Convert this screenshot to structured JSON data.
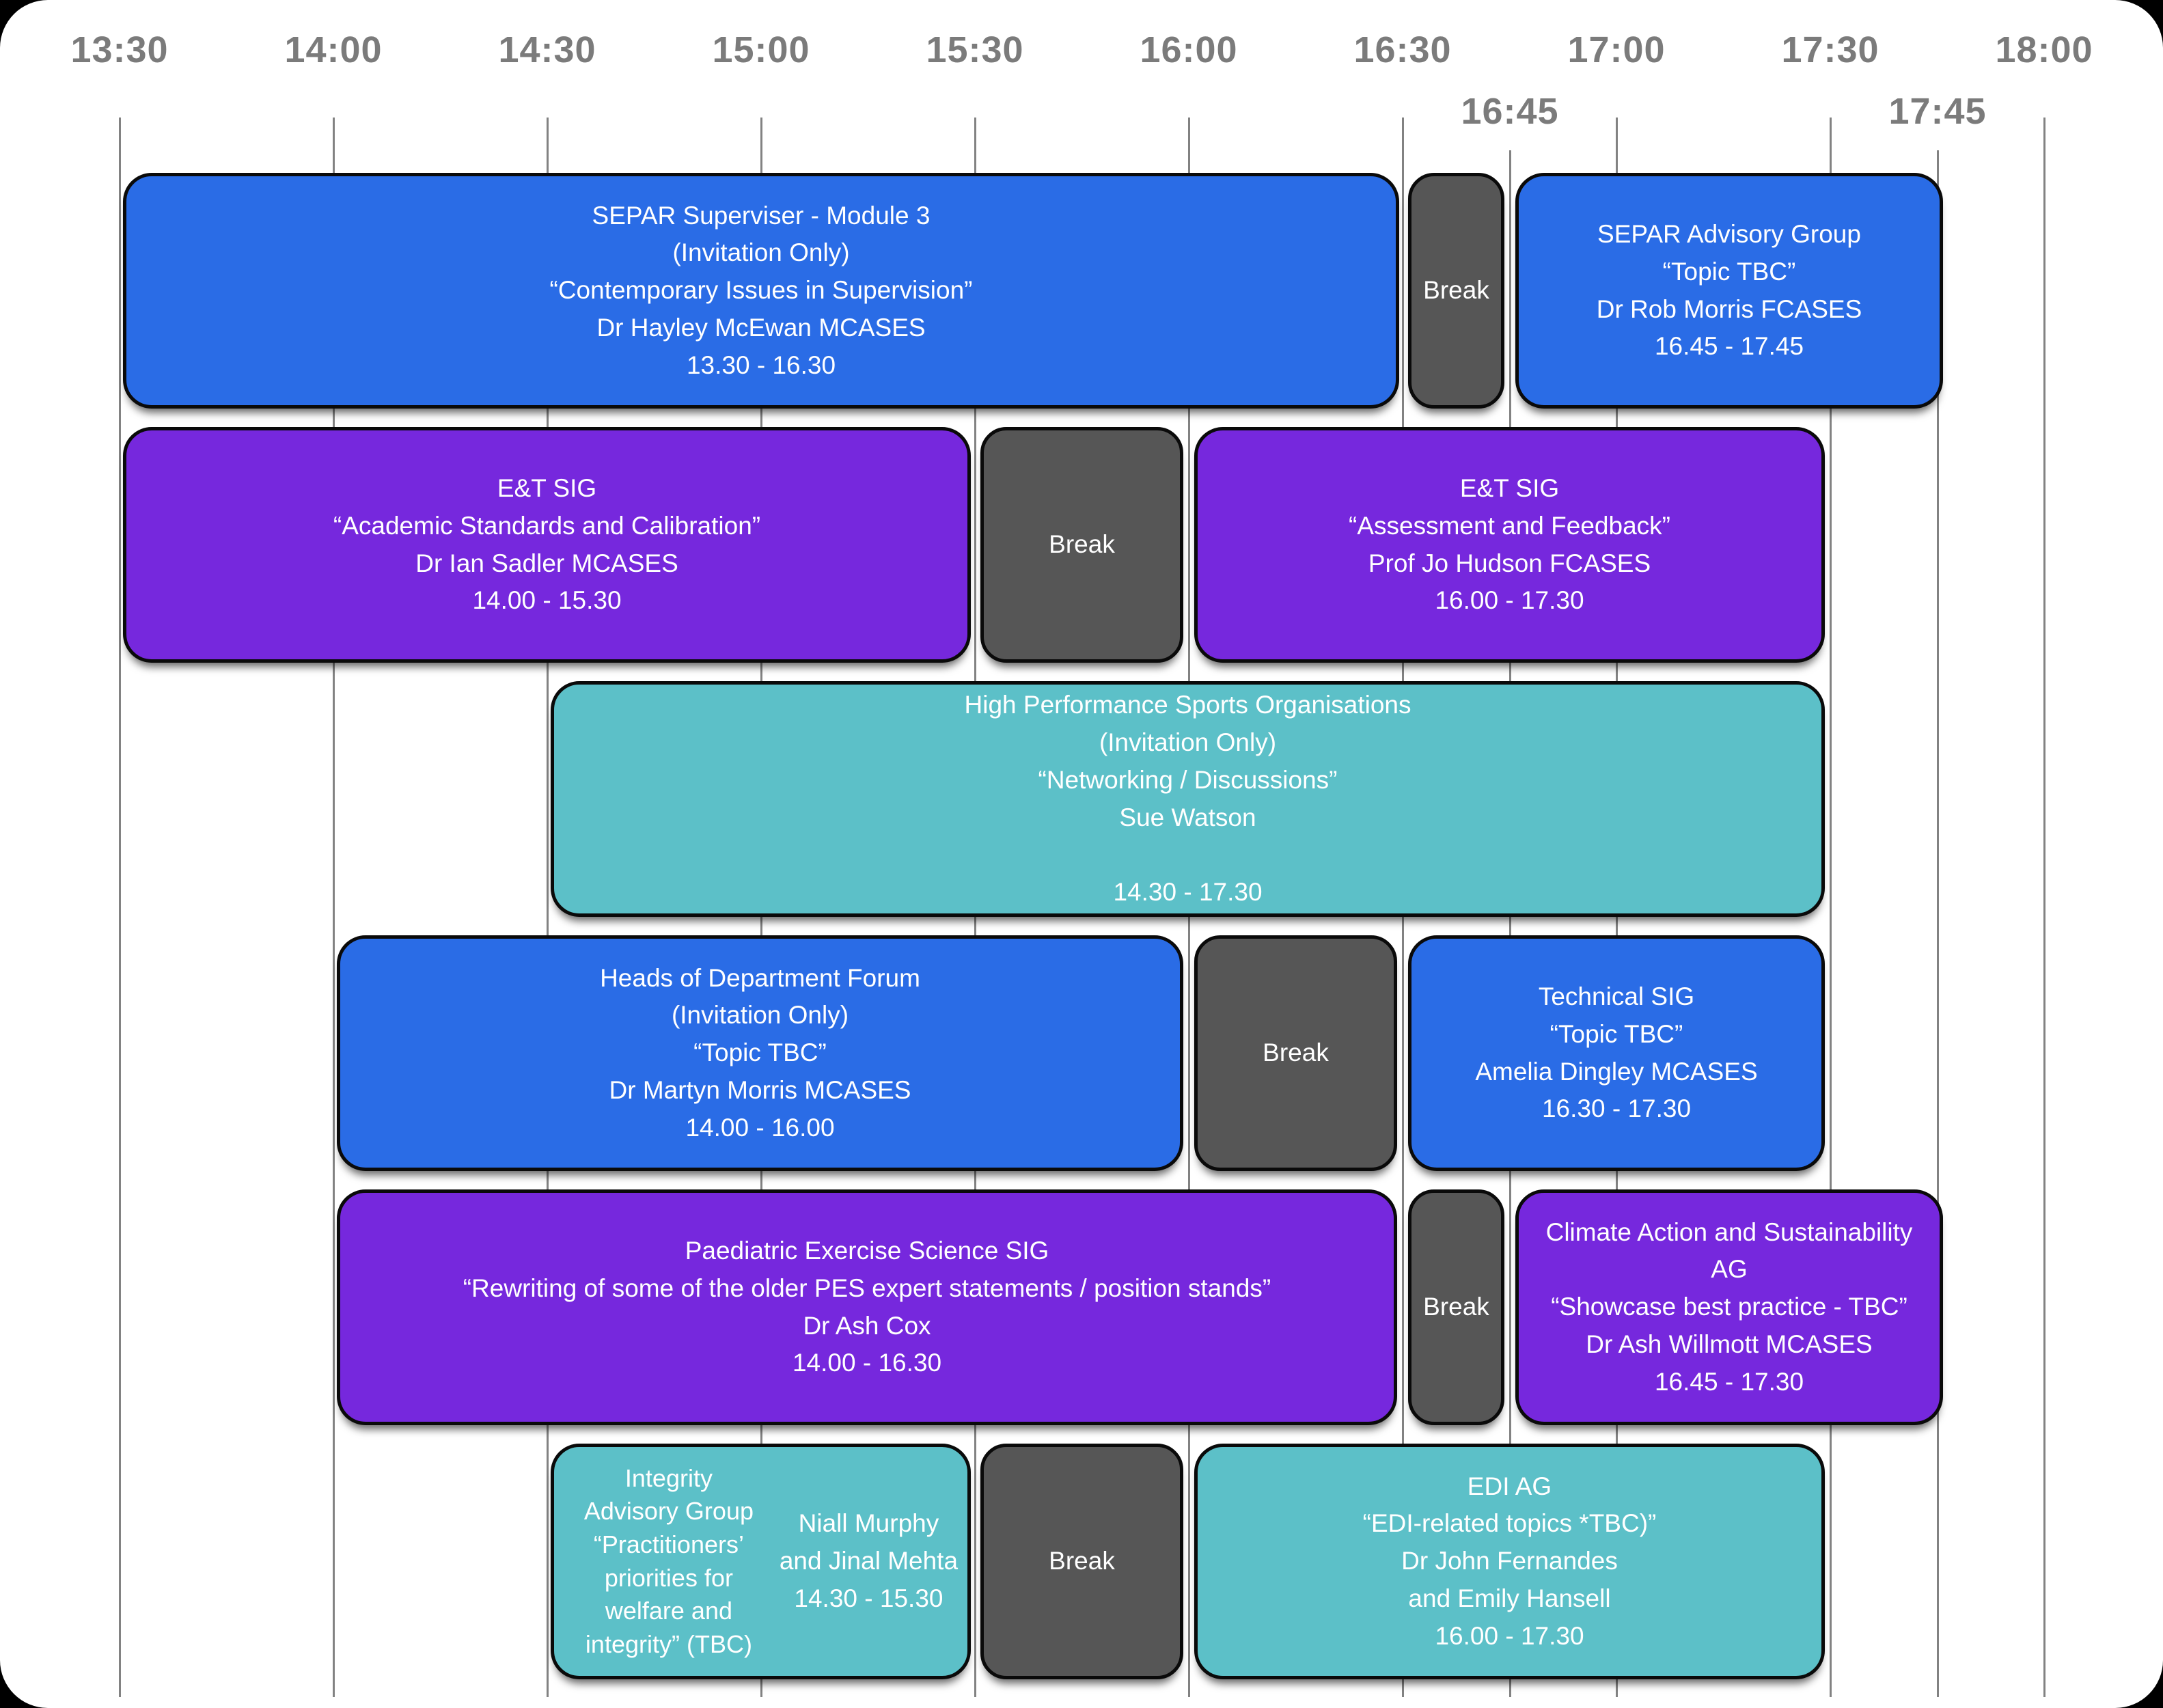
{
  "header": {
    "major_ticks": [
      "13:30",
      "14:00",
      "14:30",
      "15:00",
      "15:30",
      "16:00",
      "16:30",
      "17:00",
      "17:30",
      "18:00"
    ],
    "minor_ticks": [
      "16:45",
      "17:45"
    ]
  },
  "labels": {
    "break": "Break"
  },
  "colors": {
    "blue": "#2a6ce6",
    "purple": "#7628dd",
    "teal": "#5cc0c8",
    "break_gray": "#565656",
    "gridline": "#828282",
    "axis_text": "#7b7b7b"
  },
  "sessions": {
    "separ_supervisor": {
      "lines": [
        "SEPAR Superviser - Module 3",
        "(Invitation Only)",
        "“Contemporary Issues in Supervision”",
        "Dr Hayley McEwan MCASES",
        "13.30 - 16.30"
      ]
    },
    "separ_advisory": {
      "lines": [
        "SEPAR Advisory Group",
        "“Topic TBC”",
        "Dr Rob Morris FCASES",
        "16.45 - 17.45"
      ]
    },
    "et_sig_standards": {
      "lines": [
        "E&T SIG",
        "“Academic Standards and Calibration”",
        "Dr Ian Sadler MCASES",
        "14.00 - 15.30"
      ]
    },
    "et_sig_assessment": {
      "lines": [
        "E&T SIG",
        "“Assessment and Feedback”",
        "Prof Jo Hudson FCASES",
        "16.00 - 17.30"
      ]
    },
    "hpso": {
      "lines": [
        "High Performance Sports Organisations",
        "(Invitation Only)",
        "“Networking / Discussions”",
        "Sue Watson",
        "",
        "14.30 - 17.30"
      ]
    },
    "hod_forum": {
      "lines": [
        "Heads of Department Forum",
        "(Invitation Only)",
        "“Topic TBC”",
        "Dr Martyn Morris MCASES",
        "14.00 - 16.00"
      ]
    },
    "technical_sig": {
      "lines": [
        "Technical SIG",
        "“Topic TBC”",
        "Amelia Dingley MCASES",
        "16.30 - 17.30"
      ]
    },
    "paediatric_sig": {
      "lines": [
        "Paediatric Exercise Science SIG",
        "“Rewriting of some of the older PES expert statements / position stands”",
        "Dr Ash Cox",
        "14.00 - 16.30"
      ]
    },
    "climate_ag": {
      "lines": [
        "Climate Action and Sustainability",
        "AG",
        "“Showcase best practice - TBC”",
        "Dr Ash Willmott MCASES",
        "16.45 - 17.30"
      ]
    },
    "integrity_ag": {
      "left_lines": [
        "Integrity",
        "Advisory Group",
        "“Practitioners’",
        "priorities for",
        "welfare and",
        "integrity” (TBC)"
      ],
      "right_lines": [
        "Niall Murphy",
        "and Jinal Mehta",
        "14.30 - 15.30"
      ]
    },
    "edi_ag": {
      "lines": [
        "EDI AG",
        "“EDI-related topics *TBC)”",
        "Dr John Fernandes",
        "and Emily Hansell",
        "16.00 - 17.30"
      ]
    }
  }
}
